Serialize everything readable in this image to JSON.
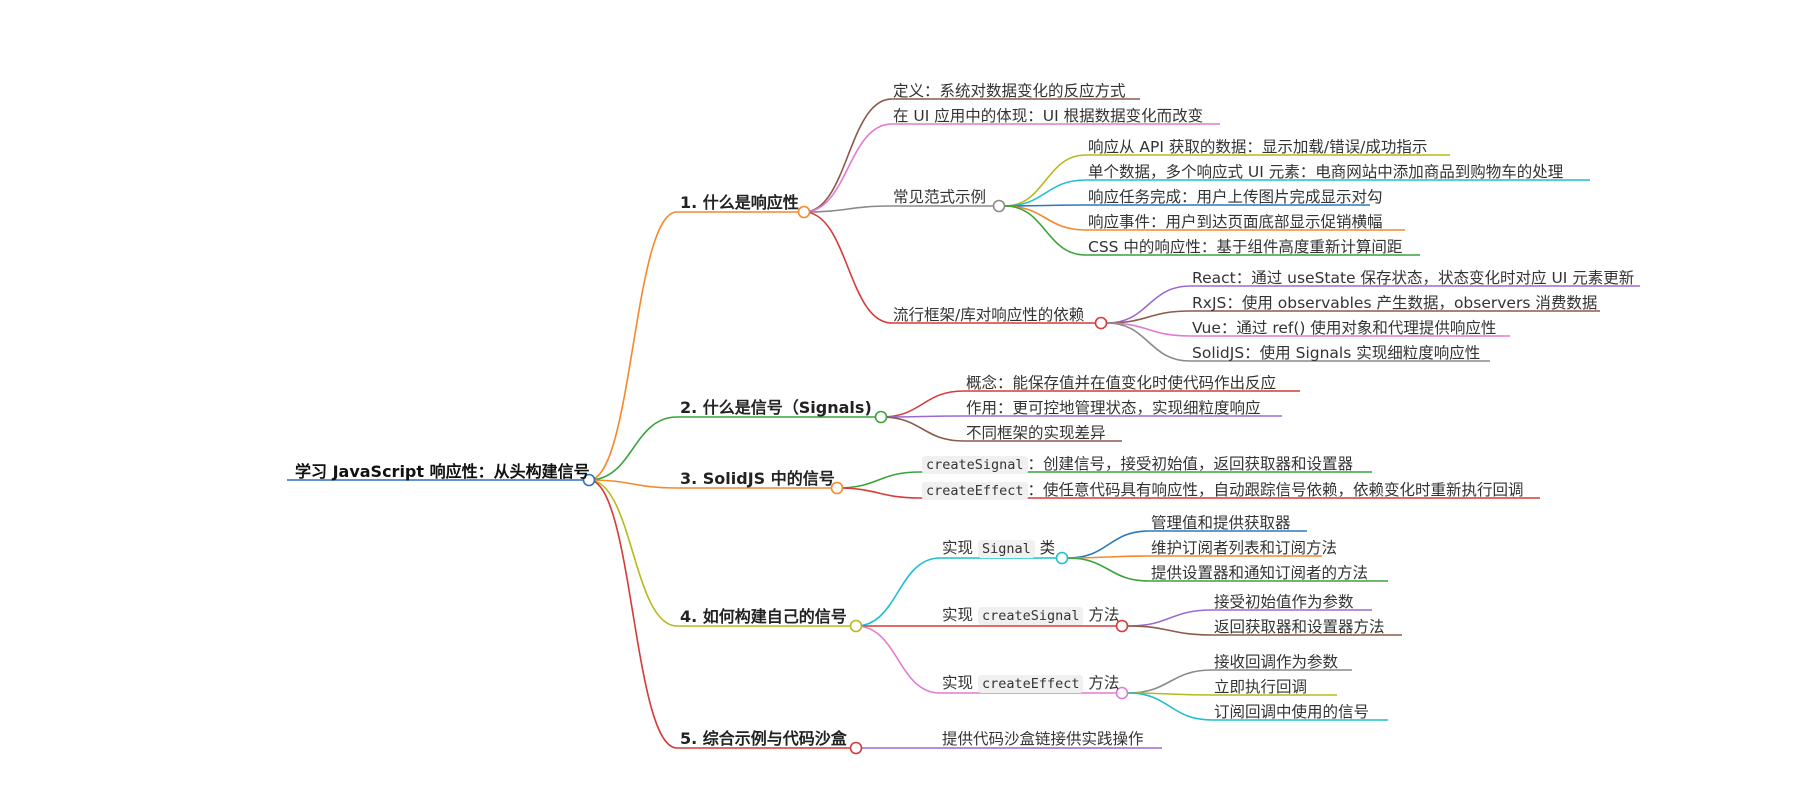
{
  "root": {
    "label": "学习 JavaScript 响应性：从头构建信号"
  },
  "colors": {
    "root": "#2f6fbf",
    "orange": "#f4892b",
    "green": "#3aa33a",
    "red": "#d63a3a",
    "olive": "#b8b81f",
    "brown": "#8b5a4a",
    "pink": "#e27ad0",
    "gray": "#8a8a8a",
    "cyan": "#1fbfd0",
    "blue": "#2a78c0",
    "purple": "#9a6ad0"
  },
  "branches": [
    {
      "label": "1. 什么是响应性",
      "children": [
        {
          "label": "定义：系统对数据变化的反应方式"
        },
        {
          "label": "在 UI 应用中的体现：UI 根据数据变化而改变"
        },
        {
          "label": "常见范式示例",
          "children": [
            {
              "label": "响应从 API 获取的数据：显示加载/错误/成功指示"
            },
            {
              "label": "单个数据，多个响应式 UI 元素：电商网站中添加商品到购物车的处理"
            },
            {
              "label": "响应任务完成：用户上传图片完成显示对勾"
            },
            {
              "label": "响应事件：用户到达页面底部显示促销横幅"
            },
            {
              "label": "CSS 中的响应性：基于组件高度重新计算间距"
            }
          ]
        },
        {
          "label": "流行框架/库对响应性的依赖",
          "children": [
            {
              "label": "React：通过 useState 保存状态，状态变化时对应 UI 元素更新"
            },
            {
              "label": "RxJS：使用 observables 产生数据，observers 消费数据"
            },
            {
              "label": "Vue：通过 ref() 使用对象和代理提供响应性"
            },
            {
              "label": "SolidJS：使用 Signals 实现细粒度响应性"
            }
          ]
        }
      ]
    },
    {
      "label": "2. 什么是信号（Signals)",
      "children": [
        {
          "label": "概念：能保存值并在值变化时使代码作出反应"
        },
        {
          "label": "作用：更可控地管理状态，实现细粒度响应"
        },
        {
          "label": "不同框架的实现差异"
        }
      ]
    },
    {
      "label": "3. SolidJS 中的信号",
      "children": [
        {
          "code": "createSignal",
          "suffix": "：创建信号，接受初始值，返回获取器和设置器"
        },
        {
          "code": "createEffect",
          "suffix": "：使任意代码具有响应性，自动跟踪信号依赖，依赖变化时重新执行回调"
        }
      ]
    },
    {
      "label": "4. 如何构建自己的信号",
      "children": [
        {
          "prefix": "实现 ",
          "code": "Signal",
          "suffix": " 类",
          "children": [
            {
              "label": "管理值和提供获取器"
            },
            {
              "label": "维护订阅者列表和订阅方法"
            },
            {
              "label": "提供设置器和通知订阅者的方法"
            }
          ]
        },
        {
          "prefix": "实现 ",
          "code": "createSignal",
          "suffix": " 方法",
          "children": [
            {
              "label": "接受初始值作为参数"
            },
            {
              "label": "返回获取器和设置器方法"
            }
          ]
        },
        {
          "prefix": "实现 ",
          "code": "createEffect",
          "suffix": " 方法",
          "children": [
            {
              "label": "接收回调作为参数"
            },
            {
              "label": "立即执行回调"
            },
            {
              "label": "订阅回调中使用的信号"
            }
          ]
        }
      ]
    },
    {
      "label": "5. 综合示例与代码沙盒",
      "children": [
        {
          "label": "提供代码沙盒链接供实践操作"
        }
      ]
    }
  ]
}
